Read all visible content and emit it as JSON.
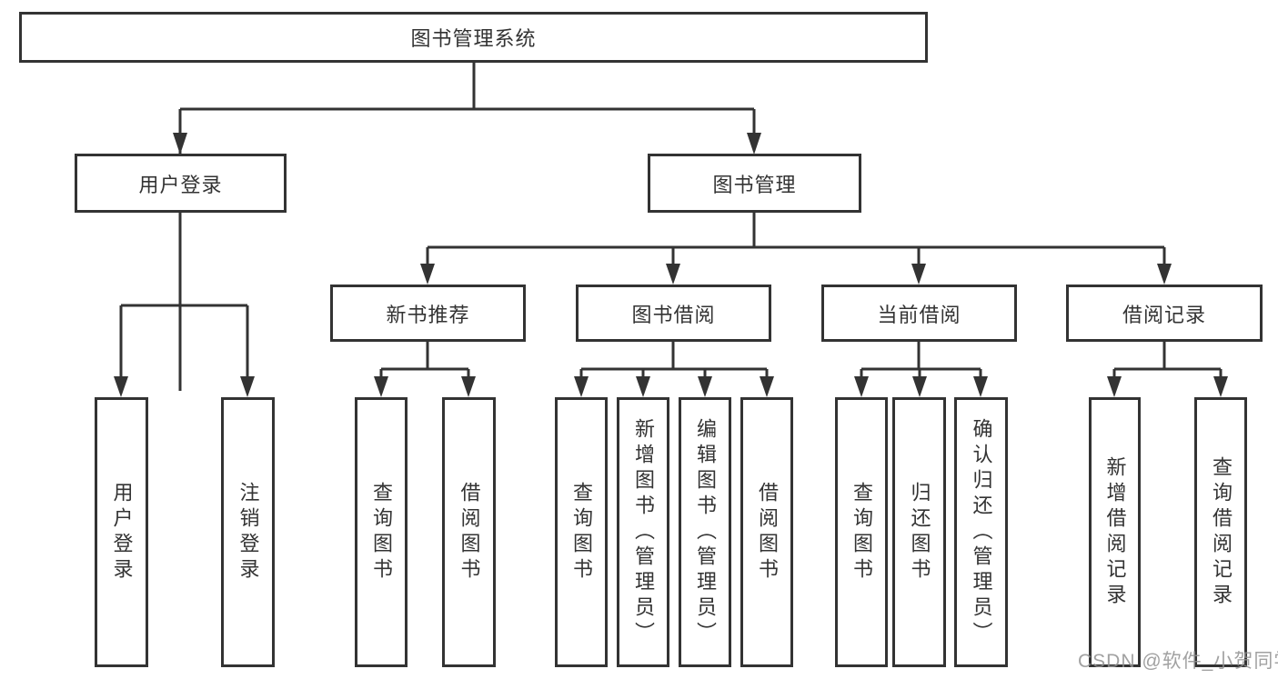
{
  "diagram": {
    "title": "图书管理系统",
    "root": {
      "label": "图书管理系统"
    },
    "level2": [
      {
        "label": "用户登录"
      },
      {
        "label": "图书管理"
      }
    ],
    "level3": [
      {
        "label": "新书推荐"
      },
      {
        "label": "图书借阅"
      },
      {
        "label": "当前借阅"
      },
      {
        "label": "借阅记录"
      }
    ],
    "leaves": {
      "user_login": [
        {
          "label": "用户登录"
        },
        {
          "label": "注销登录"
        }
      ],
      "new_book_recommend": [
        {
          "label": "查询图书"
        },
        {
          "label": "借阅图书"
        }
      ],
      "book_borrow": [
        {
          "label": "查询图书"
        },
        {
          "label": "新增图书（管理员）"
        },
        {
          "label": "编辑图书（管理员）"
        },
        {
          "label": "借阅图书"
        }
      ],
      "current_borrow": [
        {
          "label": "查询图书"
        },
        {
          "label": "归还图书"
        },
        {
          "label": "确认归还（管理员）"
        }
      ],
      "borrow_records": [
        {
          "label": "新增借阅记录"
        },
        {
          "label": "查询借阅记录"
        }
      ]
    },
    "colors": {
      "line": "#333333",
      "border": "#333333",
      "text": "#333333",
      "background": "#ffffff",
      "watermark": "#919191"
    },
    "watermark": "CSDN @软件_小贺同学"
  }
}
